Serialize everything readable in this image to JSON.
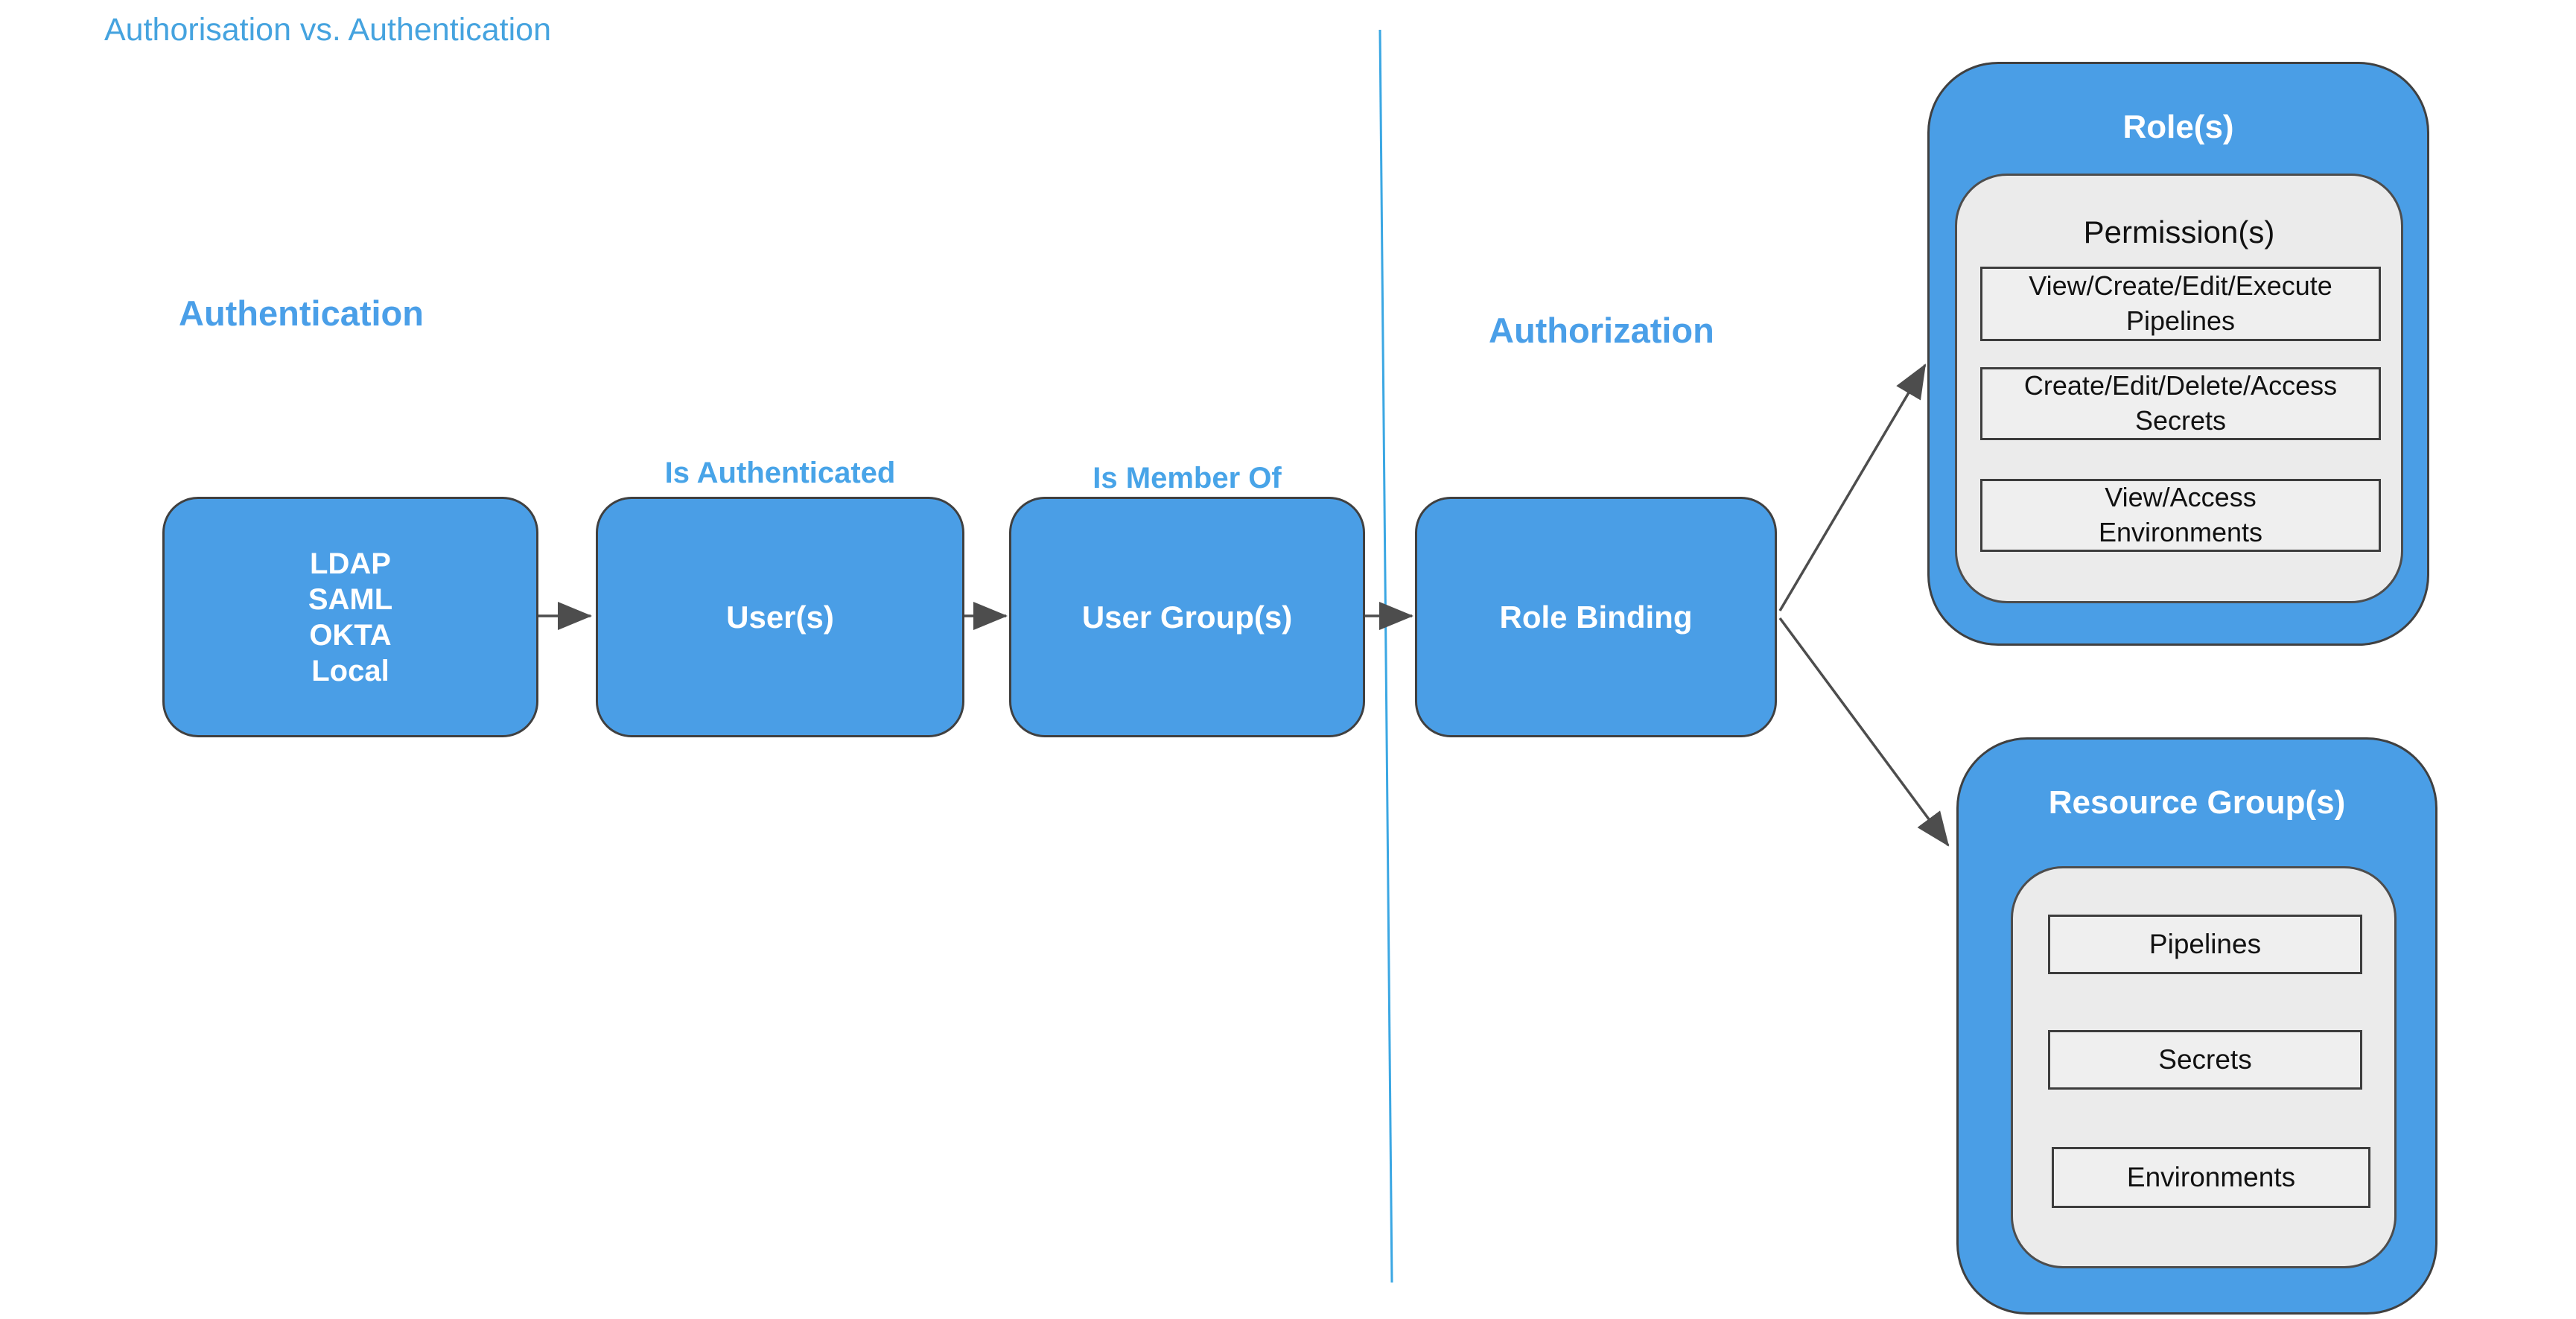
{
  "title": "Authorisation vs. Authentication",
  "sections": {
    "authentication_header": "Authentication",
    "authorization_header": "Authorization"
  },
  "flow": {
    "identity_providers": [
      "LDAP",
      "SAML",
      "OKTA",
      "Local"
    ],
    "users_label": "User(s)",
    "user_groups_label": "User Group(s)",
    "role_binding_label": "Role Binding",
    "edge_labels": {
      "is_authenticated": "Is Authenticated",
      "is_member_of": "Is Member Of"
    }
  },
  "roles": {
    "title": "Role(s)",
    "permissions_title": "Permission(s)",
    "permissions": [
      "View/Create/Edit/Execute\nPipelines",
      "Create/Edit/Delete/Access\nSecrets",
      "View/Access\nEnvironments"
    ]
  },
  "resource_groups": {
    "title": "Resource Group(s)",
    "items": [
      "Pipelines",
      "Secrets",
      "Environments"
    ]
  },
  "colors": {
    "node_blue": "#4a9ee6",
    "blue_text": "#48a4e8",
    "header_blue": "#4a9fe8",
    "title_blue": "#45a3df",
    "divider_blue": "#3ba7e3",
    "arrow_gray": "#4d4d4d",
    "panel_gray": "#ebebeb",
    "node_border": "#404040",
    "white_text": "#ffffff",
    "dark_text": "#111111"
  }
}
